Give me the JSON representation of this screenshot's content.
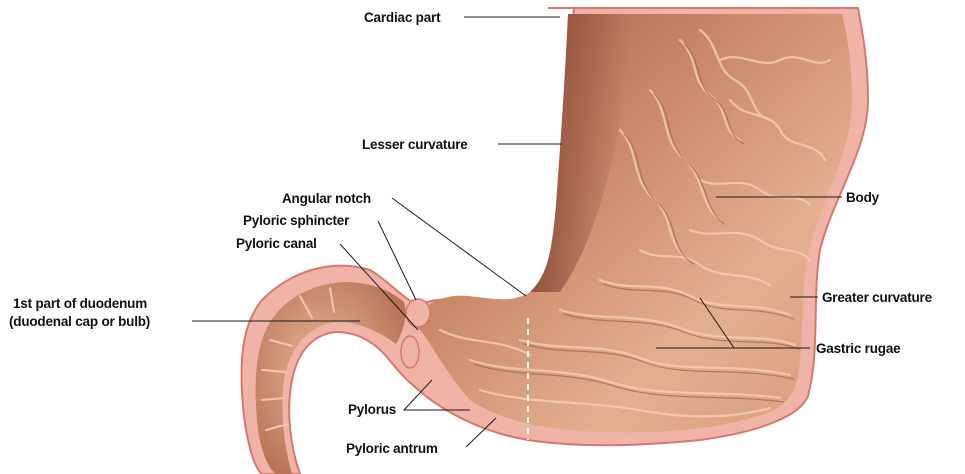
{
  "colors": {
    "background": "#ffffff",
    "wall_outer": "#efb3a8",
    "wall_edge": "#d9776c",
    "mucosa_light": "#efc3a2",
    "mucosa_mid": "#d9997a",
    "mucosa_dark": "#8a4a35",
    "leader": "#1a1a1a",
    "dashed_line": "#ffffff"
  },
  "labels": {
    "cardiac_part": "Cardiac part",
    "lesser_curvature": "Lesser curvature",
    "angular_notch": "Angular notch",
    "pyloric_sphincter": "Pyloric sphincter",
    "pyloric_canal": "Pyloric canal",
    "duodenum_line1": "1st part of duodenum",
    "duodenum_line2": "(duodenal cap or bulb)",
    "body": "Body",
    "greater_curvature": "Greater curvature",
    "gastric_rugae": "Gastric rugae",
    "pylorus": "Pylorus",
    "pyloric_antrum": "Pyloric antrum"
  }
}
